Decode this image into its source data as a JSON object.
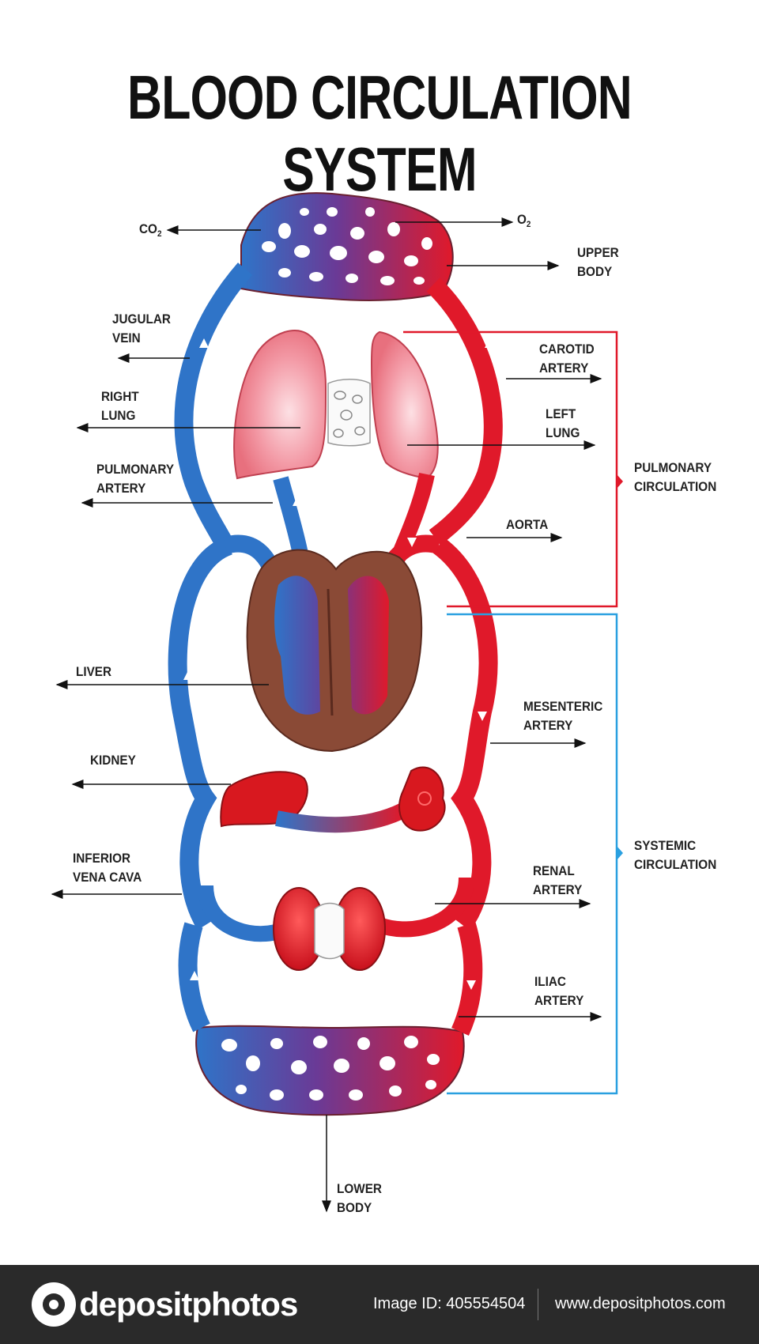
{
  "title": "BLOOD CIRCULATION SYSTEM",
  "labels": {
    "co2_main": "CO",
    "co2_sub": "2",
    "o2_main": "O",
    "o2_sub": "2",
    "upper_body": [
      "UPPER",
      "BODY"
    ],
    "jugular_vein": [
      "JUGULAR",
      "VEIN"
    ],
    "carotid_artery": [
      "CAROTID",
      "ARTERY"
    ],
    "right_lung": [
      "RIGHT",
      "LUNG"
    ],
    "left_lung": [
      "LEFT",
      "LUNG"
    ],
    "pulmonary_artery": [
      "PULMONARY",
      "ARTERY"
    ],
    "aorta": "AORTA",
    "liver": "LIVER",
    "mesenteric_artery": [
      "MESENTERIC",
      "ARTERY"
    ],
    "kidney": "KIDNEY",
    "inferior_vena_cava": [
      "INFERIOR",
      "VENA CAVA"
    ],
    "renal_artery": [
      "RENAL",
      "ARTERY"
    ],
    "iliac_artery": [
      "ILIAC",
      "ARTERY"
    ],
    "lower_body": [
      "LOWER",
      "BODY"
    ]
  },
  "brackets": {
    "pulmonary": [
      "PULMONARY",
      "CIRCULATION"
    ],
    "systemic": [
      "SYSTEMIC",
      "CIRCULATION"
    ]
  },
  "colors": {
    "vein_blue": "#2f74c8",
    "artery_red": "#e0192a",
    "heart_brown": "#8a4a36",
    "lung_pink": "#f08a96",
    "pulmonary_bracket": "#e0192a",
    "systemic_bracket": "#2aa0e0"
  },
  "footer": {
    "brand": "depositphotos",
    "image_id": "Image ID: 405554504",
    "site": "www.depositphotos.com"
  }
}
